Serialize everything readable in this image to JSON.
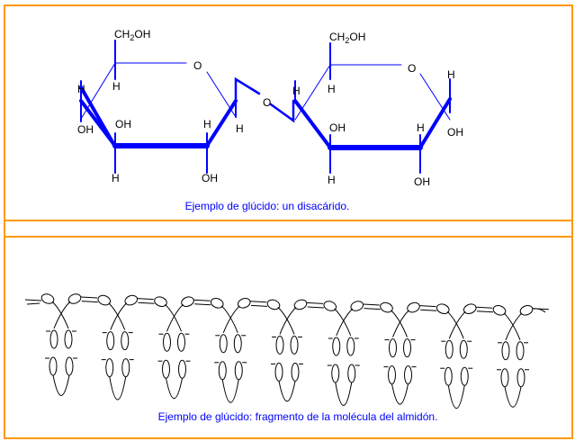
{
  "disaccharide": {
    "caption": "Ejemplo de glúcido: un disacárido.",
    "labels": {
      "ch2oh_c": "CH",
      "ch2oh_sub": "2",
      "ch2oh_oh": "OH",
      "o": "O",
      "h": "H",
      "oh": "OH"
    }
  },
  "starch": {
    "caption": "Ejemplo de glúcido: fragmento de la molécula del almidón.",
    "units": 9
  },
  "colors": {
    "frame": "#ff9900",
    "bond": "#0000ff",
    "caption": "#0000ff"
  }
}
